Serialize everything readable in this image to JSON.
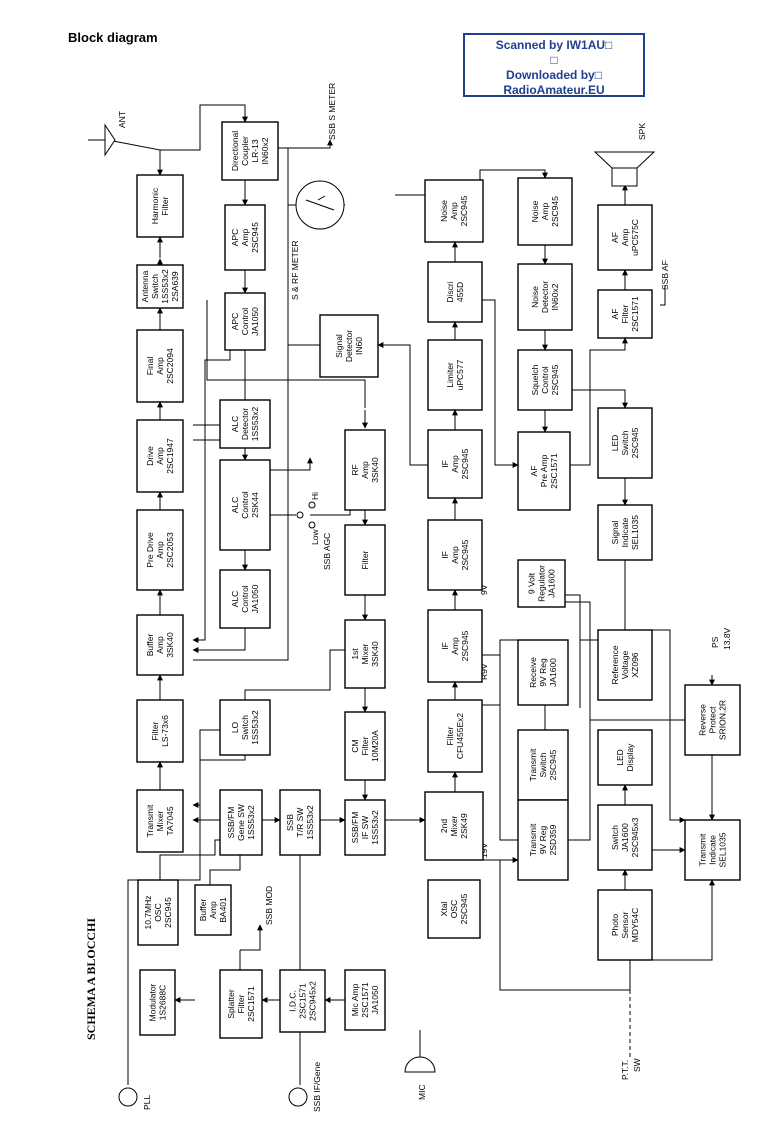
{
  "page_title": "Block diagram",
  "stamp_lines": [
    "Scanned by IW1AU□",
    "□",
    "Downloaded by□",
    "RadioAmateur.EU"
  ],
  "diagram_title": "SCHEMA A BLOCCHI",
  "blocks": {
    "harmonic_filter": [
      "Harmonic",
      "Filter"
    ],
    "directional_coupler": [
      "Directional",
      "Coupler",
      "LR-13",
      "IN60x2"
    ],
    "apc_amp": [
      "APC",
      "Amp",
      "2SC945"
    ],
    "apc_control": [
      "APC",
      "Control",
      "JA1050"
    ],
    "antenna_switch": [
      "Antenna",
      "Switch",
      "1SS53x2",
      "2SA639"
    ],
    "final_amp": [
      "Final",
      "Amp",
      "2SC2094"
    ],
    "drive_amp": [
      "Drive",
      "Amp",
      "2SC1947"
    ],
    "pre_drive_amp": [
      "Pre Drive",
      "Amp",
      "2SC2053"
    ],
    "buffer_amp_3sk40": [
      "Buffer",
      "Amp",
      "3SK40"
    ],
    "filter_ls73": [
      "Filter",
      "LS-73x6"
    ],
    "transmit_mixer": [
      "Transmit",
      "Mixer",
      "TA7045"
    ],
    "alc_detector": [
      "ALC",
      "Detector",
      "1SS53x2"
    ],
    "alc_control_2sk44": [
      "ALC",
      "Control",
      "2SK44"
    ],
    "alc_control_ja1050": [
      "ALC",
      "Control",
      "JA1050"
    ],
    "lo_switch": [
      "LO",
      "Switch",
      "1SS53x2"
    ],
    "ssbfm_gene_sw": [
      "SSB/FM",
      "Gene SW",
      "1SS53x2"
    ],
    "ssb_tr_sw": [
      "SSB",
      "T/R SW",
      "1SS53x2"
    ],
    "osc_107": [
      "10.7MHz",
      "OSC",
      "2SC945"
    ],
    "buffer_amp_ba401": [
      "Buffer",
      "Amp",
      "BA401"
    ],
    "modulator": [
      "Modulator",
      "1S2688C"
    ],
    "splatter_filter": [
      "Splatter",
      "Filter",
      "2SC1571"
    ],
    "idc": [
      "I.D.C.",
      "2SC1571",
      "2SC945x2"
    ],
    "mic_amp": [
      "Mic Amp",
      "2SC1571",
      "JA1050"
    ],
    "signal_detector": [
      "Signal",
      "Detector",
      "IN60"
    ],
    "rf_amp": [
      "RF",
      "Amp",
      "3SK40"
    ],
    "filter_main": [
      "Filter"
    ],
    "mixer_1st": [
      "1st",
      "Mixer",
      "3SK40"
    ],
    "cm_filter": [
      "CM",
      "Filter",
      "10M20A"
    ],
    "ssbfm_if_sw": [
      "SSB/FM",
      "IF SW",
      "1SS53x2"
    ],
    "mixer_2nd": [
      "2nd",
      "Mixer",
      "2SK49"
    ],
    "xtal_osc": [
      "Xtal",
      "OSC",
      "2SC945"
    ],
    "noise_amp_1": [
      "Noise",
      "Amp",
      "2SC945"
    ],
    "discri": [
      "Discri",
      "455D"
    ],
    "limiter": [
      "Limiter",
      "uPC577"
    ],
    "if_amp_1": [
      "IF",
      "Amp",
      "2SC945"
    ],
    "if_amp_2": [
      "IF",
      "Amp",
      "2SC945"
    ],
    "if_amp_3": [
      "IF",
      "Amp",
      "2SC945"
    ],
    "filter_cfu": [
      "Filter",
      "CFU455Ex2"
    ],
    "noise_amp_2": [
      "Noise",
      "Amp",
      "2SC945"
    ],
    "noise_detector": [
      "Noise",
      "Detector",
      "IN60x2"
    ],
    "squelch_control": [
      "Squelch",
      "Control",
      "2SC945"
    ],
    "af_pre_amp": [
      "AF",
      "Pre Amp",
      "2SC1571"
    ],
    "reg_9v": [
      "9 Volt",
      "Regulator",
      "JA1600"
    ],
    "receive_9v_reg": [
      "Receive",
      "9V Reg",
      "JA1600"
    ],
    "transmit_switch": [
      "Transmit",
      "Switch",
      "2SC945"
    ],
    "transmit_9v_reg": [
      "Transmit",
      "9V Reg",
      "2SD359"
    ],
    "af_amp": [
      "AF",
      "Amp",
      "uPC575C"
    ],
    "af_filter": [
      "AF",
      "Filter",
      "2SC1571"
    ],
    "led_switch": [
      "LED",
      "Switch",
      "2SC945"
    ],
    "signal_indicate": [
      "Signal",
      "Indicate",
      "SEL1035"
    ],
    "reference_voltage": [
      "Reference",
      "Voltage",
      "XZ096"
    ],
    "reverse_protect": [
      "Reverse",
      "Protect",
      "SRION.2R"
    ],
    "led_display": [
      "LED",
      "Display"
    ],
    "switch_ja1600": [
      "Switch",
      "JA1600",
      "2SC945x3"
    ],
    "photo_sensor": [
      "Photo",
      "Sensor",
      "MDY54C"
    ],
    "transmit_indicate": [
      "Transmit",
      "Indicate",
      "SEL1035"
    ]
  },
  "labels": {
    "ant": "ANT",
    "ssb_s_meter": "SSB S METER",
    "s_rf_meter": "S & RF METER",
    "spk": "SPK",
    "ssb_af": "SSB AF",
    "ssb_agc": "SSB AGC",
    "low": "Low",
    "hi": "Hi",
    "v9": "9V",
    "r9v": "R9V",
    "v19": "19V",
    "ps": "PS",
    "ps_volt": "13.8V",
    "ssb_mod": "SSB MOD",
    "ptt": "P.T.T.",
    "sw": "SW",
    "pll": "PLL",
    "ssb_if_gene": "SSB IF/Gene",
    "mic": "MIC"
  }
}
